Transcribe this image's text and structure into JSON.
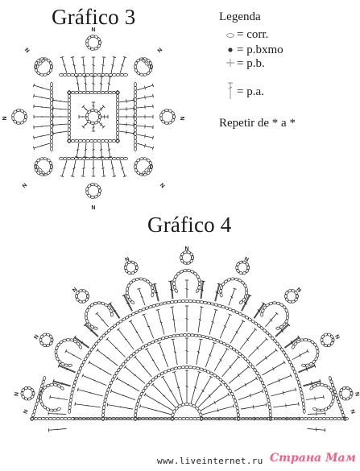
{
  "figure3": {
    "title": "Gráfico 3"
  },
  "figure4": {
    "title": "Gráfico 4"
  },
  "legend": {
    "title": "Legenda",
    "items": [
      {
        "symbol": "oval",
        "label": "= corr."
      },
      {
        "symbol": "dot",
        "label": "= p.bxmo"
      },
      {
        "symbol": "cross",
        "label": "= p.b."
      },
      {
        "symbol": "tall-stitch",
        "label": "= p.a."
      }
    ],
    "repeat_note": "Repetir de * a *"
  },
  "watermark": {
    "url": "www.liveinternet.ru",
    "logo": "Страна Мам"
  },
  "colors": {
    "ink": "#1a1a1a",
    "logo": "#e06a8c",
    "background": "#ffffff"
  }
}
